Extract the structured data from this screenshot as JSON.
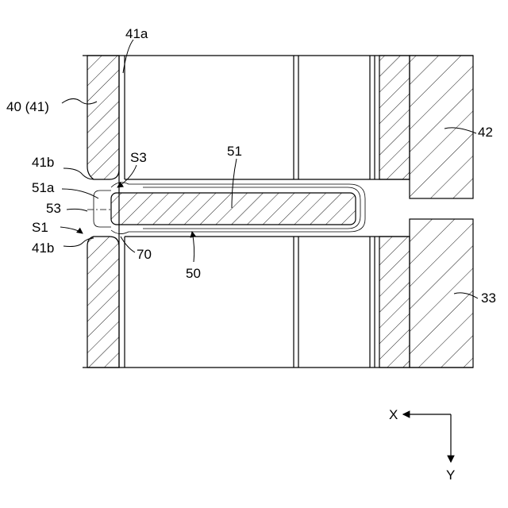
{
  "labels": {
    "l41a": "41a",
    "l40": "40 (41)",
    "l42": "42",
    "l41b_top": "41b",
    "l51a": "51a",
    "l53": "53",
    "lS1": "S1",
    "l41b_bot": "41b",
    "lS3": "S3",
    "l51": "51",
    "l70": "70",
    "l50": "50",
    "l33": "33",
    "axisX": "X",
    "axisY": "Y"
  }
}
